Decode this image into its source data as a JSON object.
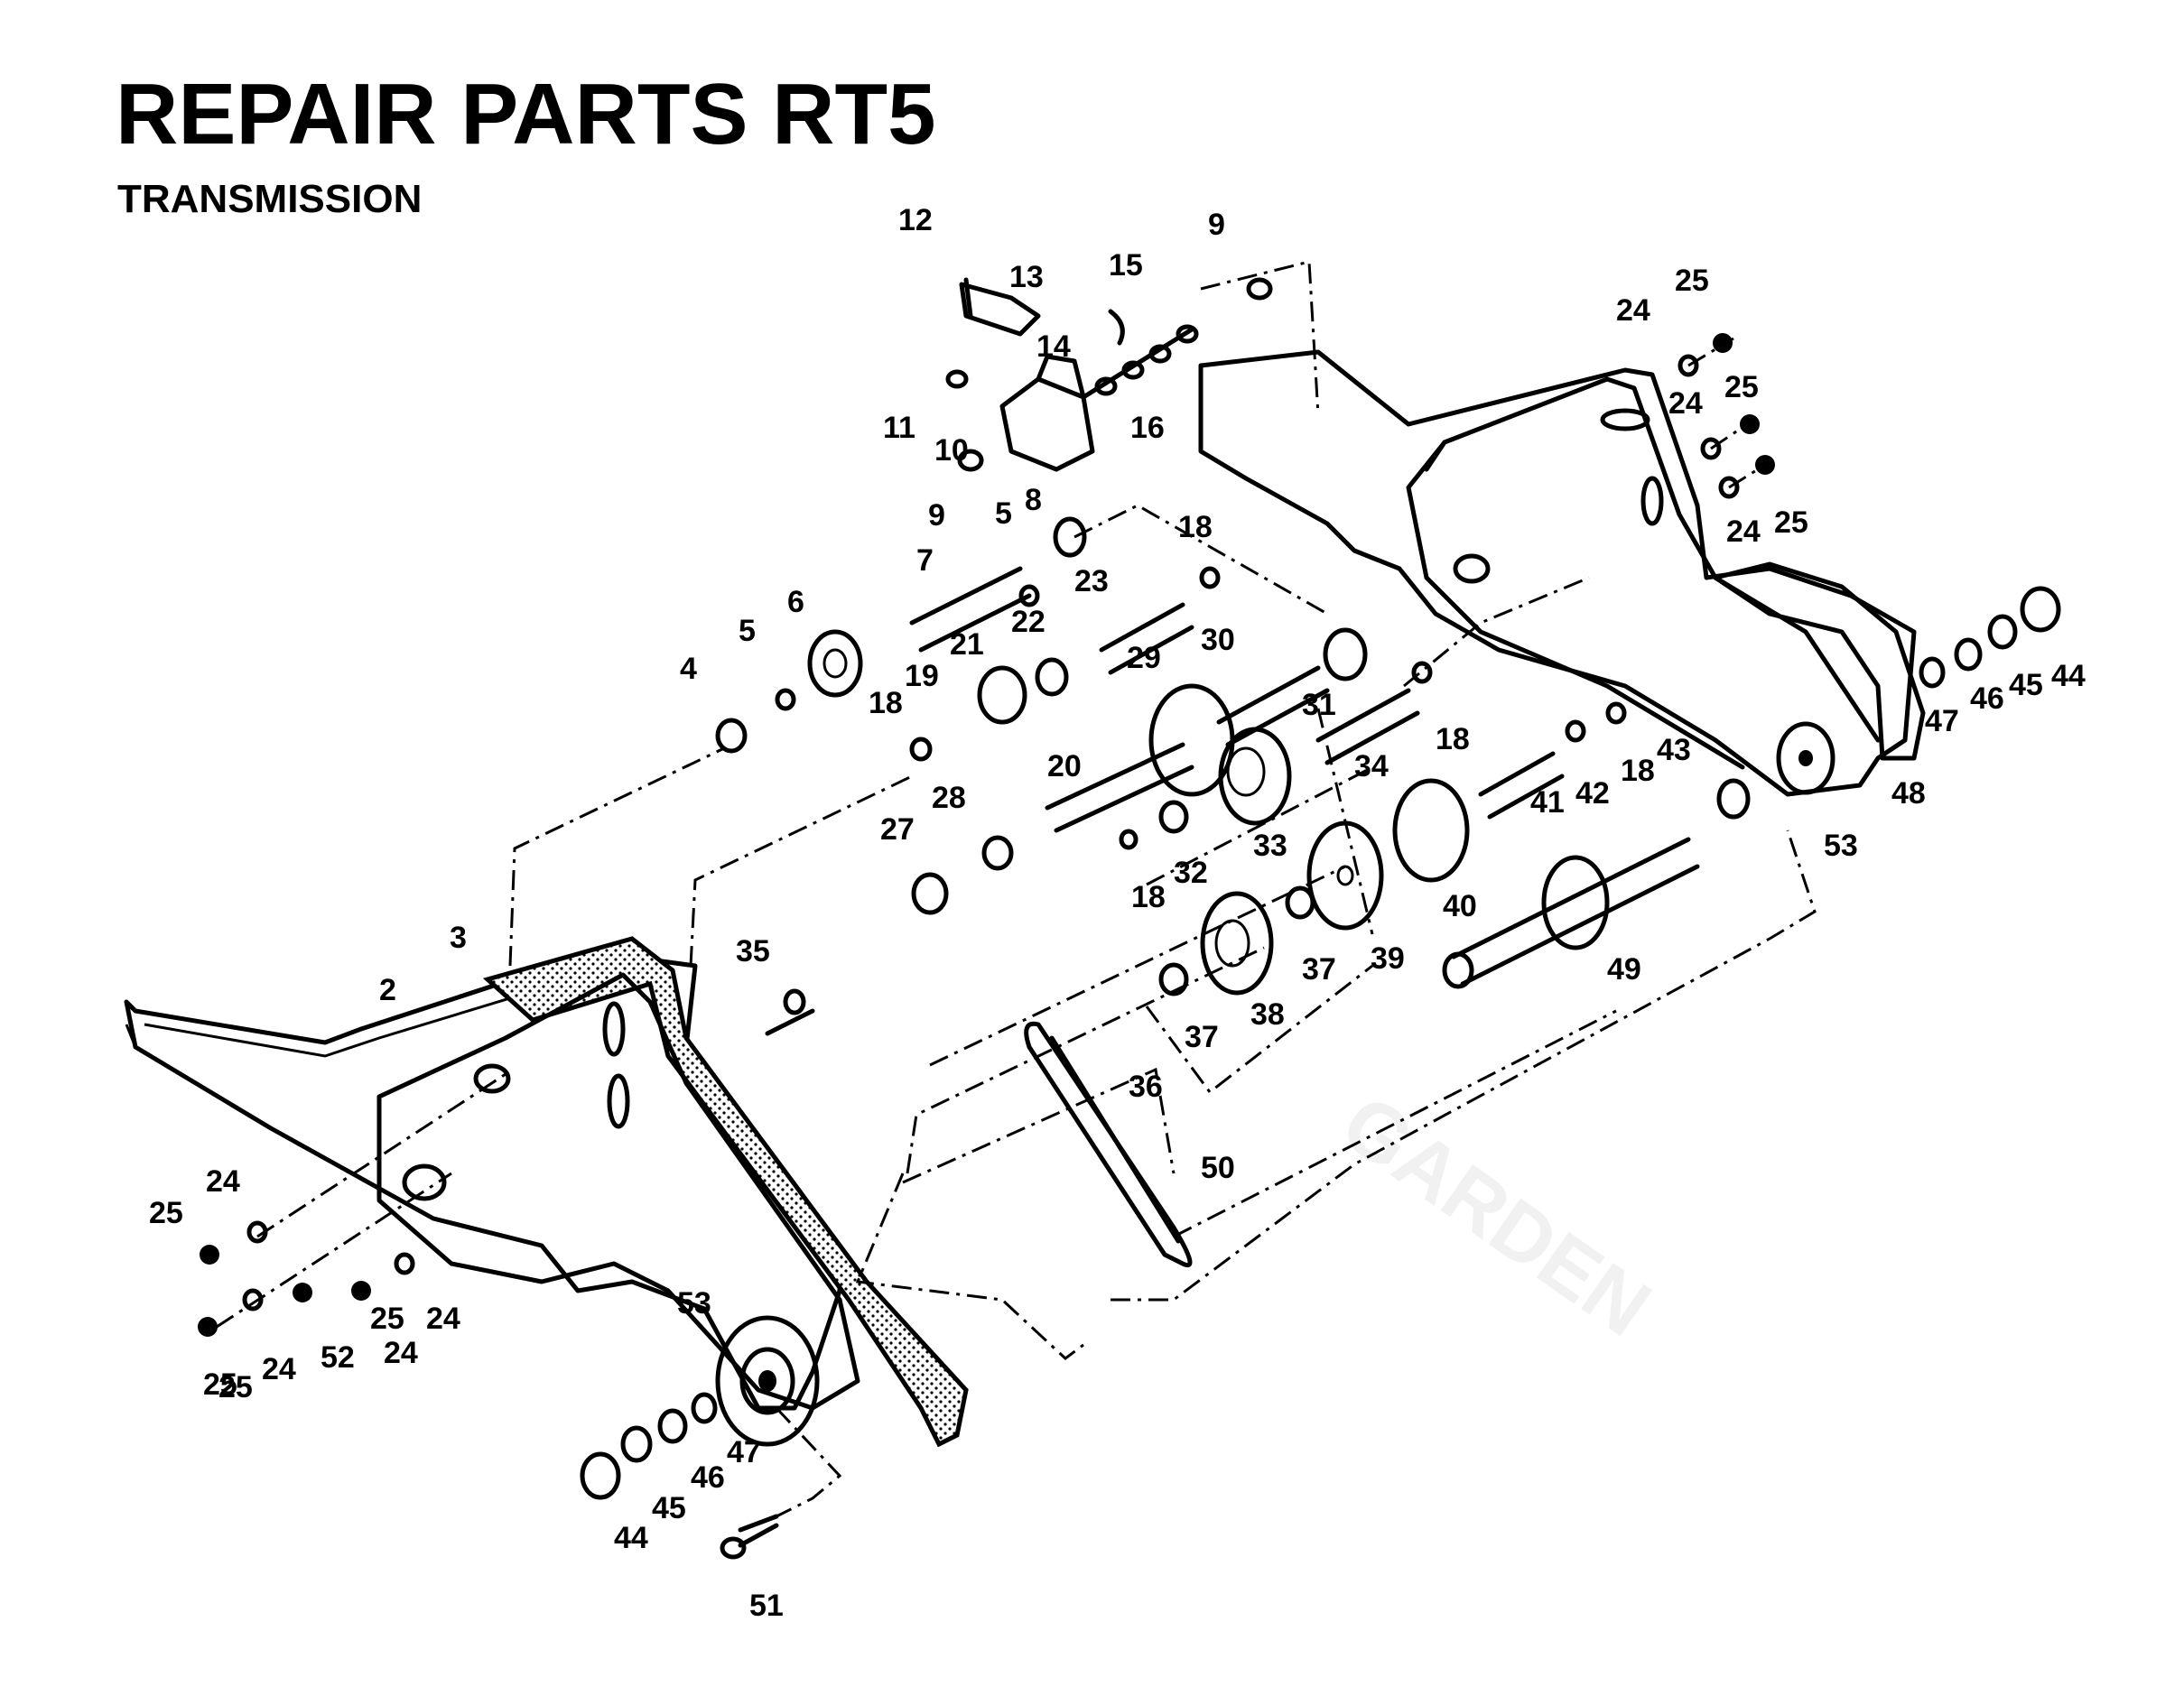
{
  "title": "REPAIR PARTS RT5",
  "subtitle": "TRANSMISSION",
  "watermark": "GARDEN",
  "callouts": [
    "12",
    "13",
    "9",
    "15",
    "14",
    "16",
    "11",
    "10",
    "9",
    "8",
    "5",
    "7",
    "6",
    "5",
    "4",
    "18",
    "23",
    "22",
    "21",
    "19",
    "18",
    "20",
    "29",
    "30",
    "31",
    "34",
    "18",
    "33",
    "28",
    "27",
    "32",
    "18",
    "40",
    "39",
    "37",
    "38",
    "37",
    "36",
    "35",
    "3",
    "2",
    "50",
    "41",
    "42",
    "18",
    "43",
    "49",
    "53",
    "24",
    "25",
    "24",
    "25",
    "24",
    "25",
    "47",
    "46",
    "45",
    "44",
    "48",
    "53",
    "24",
    "25",
    "24",
    "25",
    "24",
    "52",
    "25",
    "24",
    "25",
    "47",
    "46",
    "45",
    "44",
    "51"
  ]
}
